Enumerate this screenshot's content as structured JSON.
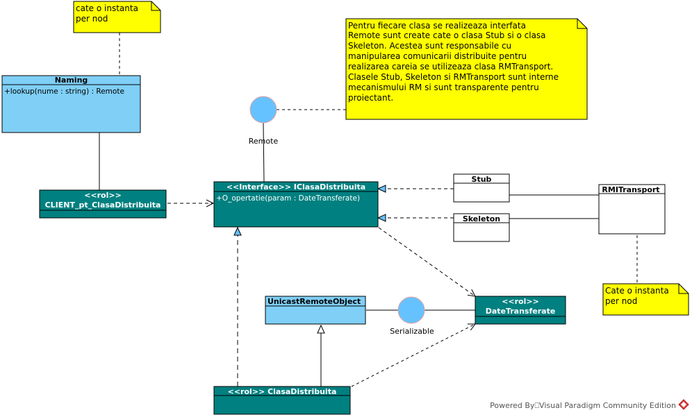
{
  "colors": {
    "light_class": "#7fcff7",
    "dark_class": "#008080",
    "note": "#ffff00",
    "interface_circle": "#66c2ff",
    "brand_diamond": "#e04040"
  },
  "notes": {
    "naming_note": [
      "cate o instanta",
      "per nod"
    ],
    "info_note": [
      "Pentru fiecare clasa se realizeaza interfata",
      "Remote sunt create cate o clasa Stub si o clasa",
      "Skeleton. Acestea sunt responsabile cu",
      "manipularea comunicarii distribuite pentru",
      "realizarea careia se utilizeaza clasa RMTransport.",
      "Clasele Stub, Skeleton si RMTransport sunt interne",
      "mecanismului RM si sunt transparente pentru",
      "proiectant."
    ],
    "rmi_note": [
      "Cate o instanta",
      "per nod"
    ]
  },
  "classes": {
    "naming": {
      "name": "Naming",
      "operation": "+lookup(nume : string) : Remote"
    },
    "client": {
      "stereotype": "<<rol>>",
      "name": "CLIENT_pt_ClasaDistribuita"
    },
    "iclasa": {
      "name": "<<Interface>> IClasaDistribuita",
      "operation": "+O_opertatie(param : DateTransferate)"
    },
    "stub": {
      "name": "Stub"
    },
    "skeleton": {
      "name": "Skeleton"
    },
    "rmitransport": {
      "name": "RMITransport"
    },
    "unicast": {
      "name": "UnicastRemoteObject"
    },
    "datetransf": {
      "stereotype": "<<rol>>",
      "name": "DateTransferate"
    },
    "clasa": {
      "name": "<<rol>> ClasaDistribuita"
    }
  },
  "interfaces": {
    "remote": "Remote",
    "serializable": "Serializable"
  },
  "footer": {
    "text": "Powered By⎕Visual Paradigm Community Edition",
    "logo": "diamond-logo-icon"
  }
}
